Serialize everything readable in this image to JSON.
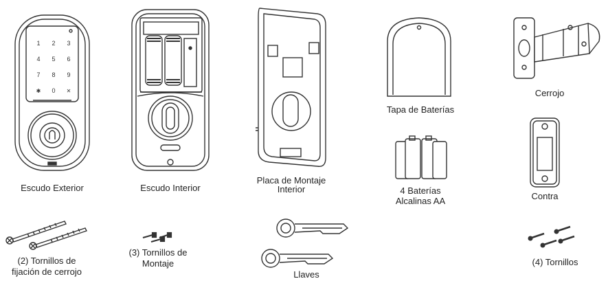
{
  "parts": {
    "escudo_exterior": {
      "label": "Escudo Exterior",
      "keypad": [
        "1",
        "2",
        "3",
        "4",
        "5",
        "6",
        "7",
        "8",
        "9",
        "✱",
        "0",
        "✕"
      ]
    },
    "escudo_interior": {
      "label": "Escudo Interior"
    },
    "placa_montaje": {
      "label_line1": "Placa de Montaje",
      "label_line2": "Interior"
    },
    "tapa_baterias": {
      "label": "Tapa de Baterías"
    },
    "cerrojo": {
      "label": "Cerrojo"
    },
    "baterias": {
      "label_line1": "4 Baterías",
      "label_line2": "Alcalinas AA"
    },
    "contra": {
      "label": "Contra"
    },
    "tornillos_fijacion": {
      "label_line1": "(2) Tornillos de",
      "label_line2": "fijación de cerrojo"
    },
    "tornillos_montaje": {
      "label_line1": "(3) Tornillos de",
      "label_line2": "Montaje"
    },
    "llaves": {
      "label": "Llaves"
    },
    "tornillos": {
      "label": "(4) Tornillos"
    }
  },
  "icons": [
    "exterior-escutcheon-icon",
    "interior-escutcheon-icon",
    "mounting-plate-icon",
    "battery-cover-icon",
    "deadbolt-latch-icon",
    "batteries-icon",
    "strike-plate-icon",
    "long-screws-icon",
    "mounting-screws-icon",
    "keys-icon",
    "screws-icon"
  ]
}
